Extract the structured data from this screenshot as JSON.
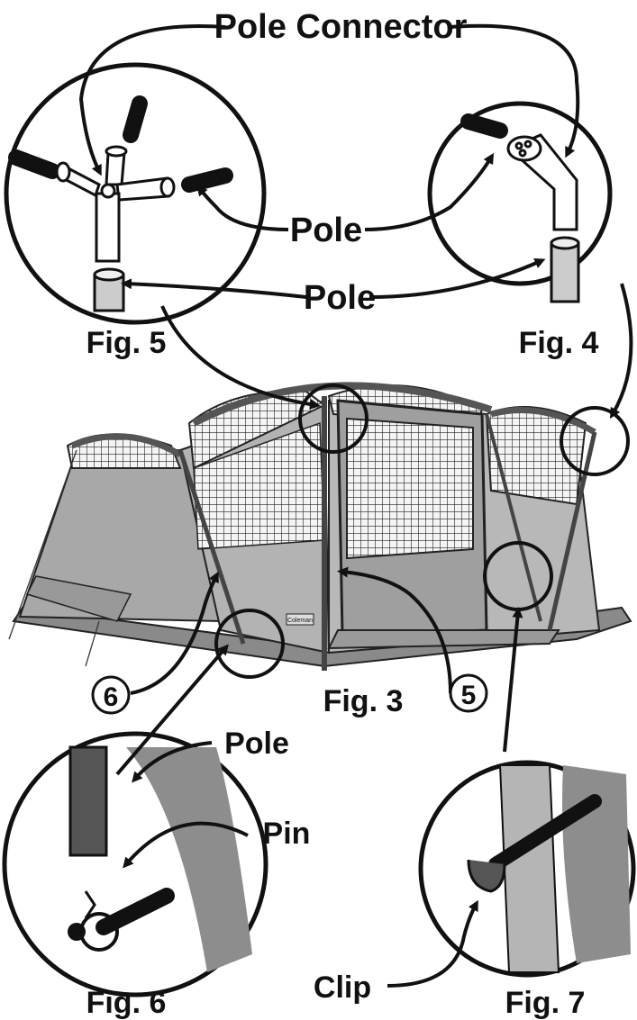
{
  "labels": {
    "pole_connector": "Pole Connector",
    "pole_fig5": "Pole",
    "pole_bottom": "Pole",
    "pole_fig6": "Pole",
    "pin": "Pin",
    "clip": "Clip"
  },
  "figures": {
    "fig3": "Fig. 3",
    "fig4": "Fig. 4",
    "fig5": "Fig. 5",
    "fig6": "Fig. 6",
    "fig7": "Fig. 7"
  },
  "callouts": {
    "five": "5",
    "six": "6"
  },
  "brand": "Coleman"
}
